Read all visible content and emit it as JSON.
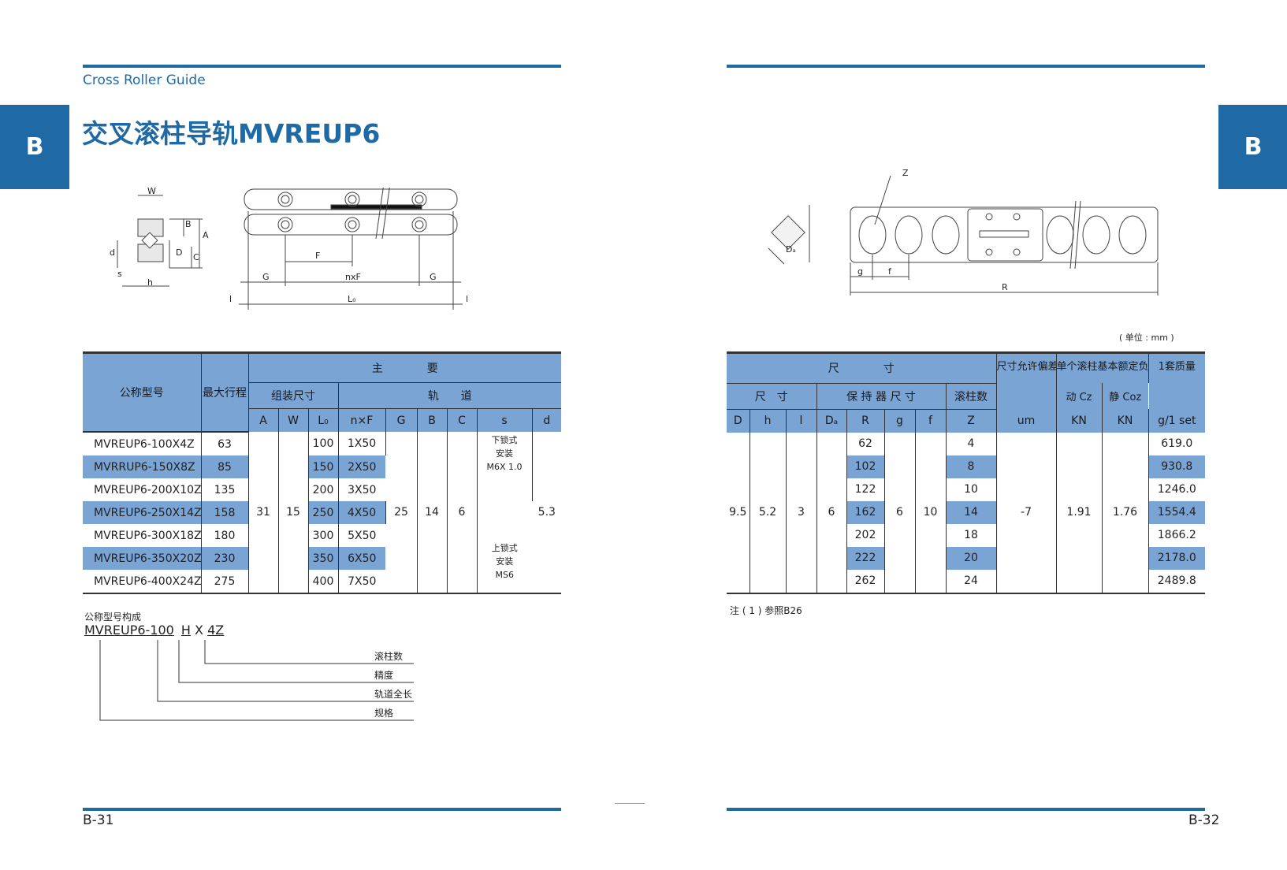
{
  "left_page": {
    "series": "Cross Roller Guide",
    "title": "交叉滚柱导轨MVREUP6",
    "tab_letter": "B",
    "page_number": "B-31",
    "diagram_labels": {
      "W": "W",
      "B": "B",
      "A": "A",
      "d": "d",
      "D": "D",
      "C": "C",
      "s": "s",
      "h": "h",
      "F": "F",
      "G": "G",
      "nxF": "nxF",
      "L0": "L₀",
      "l": "l"
    },
    "table": {
      "h_model": "公称型号",
      "h_stroke": "最大行程",
      "h_main": "主　　　　要",
      "h_assembly": "组装尺寸",
      "h_rail": "轨　　道",
      "cols": [
        "A",
        "W",
        "L₀",
        "n×F",
        "G",
        "B",
        "C",
        "s",
        "d"
      ],
      "rows": [
        {
          "model": "MVREUP6-100X4Z",
          "stroke": "63",
          "L0": "100",
          "nxf": "1X50"
        },
        {
          "model": "MVRRUP6-150X8Z",
          "stroke": "85",
          "L0": "150",
          "nxf": "2X50"
        },
        {
          "model": "MVREUP6-200X10Z",
          "stroke": "135",
          "L0": "200",
          "nxf": "3X50"
        },
        {
          "model": "MVREUP6-250X14Z",
          "stroke": "158",
          "L0": "250",
          "nxf": "4X50"
        },
        {
          "model": "MVREUP6-300X18Z",
          "stroke": "180",
          "L0": "300",
          "nxf": "5X50"
        },
        {
          "model": "MVREUP6-350X20Z",
          "stroke": "230",
          "L0": "350",
          "nxf": "6X50"
        },
        {
          "model": "MVREUP6-400X24Z",
          "stroke": "275",
          "L0": "400",
          "nxf": "7X50"
        }
      ],
      "shared": {
        "A": "31",
        "W": "15",
        "G": "25",
        "B": "14",
        "C": "6",
        "d": "5.3"
      },
      "s_top": "下锁式\n安装\nM6X 1.0",
      "s_bottom": "上锁式\n安装\nMS6"
    },
    "code": {
      "caption": "公称型号构成",
      "p1": "MVREUP6-100",
      "p2": "H",
      "p3": "X",
      "p4": "4Z",
      "legend": [
        "滚柱数",
        "精度",
        "轨道全长",
        "规格"
      ]
    }
  },
  "right_page": {
    "tab_letter": "B",
    "page_number": "B-32",
    "unit": "( 单位 : mm )",
    "diagram_labels": {
      "Z": "Z",
      "Da": "Dₐ",
      "g": "g",
      "f": "f",
      "R": "R"
    },
    "table": {
      "h_dim": "尺　　　　寸",
      "h_tol": "尺寸允许偏差",
      "h_load": "单个滚柱基本额定负荷",
      "h_mass": "1套质量",
      "h_size": "尺　寸",
      "h_cage": "保 持 器 尺 寸",
      "h_rollers": "滚柱数",
      "h_dyn": "动 Cz",
      "h_sta": "静 Coz",
      "cols": [
        "D",
        "h",
        "l",
        "Dₐ",
        "R",
        "g",
        "f",
        "Z",
        "um",
        "KN",
        "KN",
        "g/1 set"
      ],
      "rows": [
        {
          "R": "62",
          "Z": "4",
          "mass": "619.0"
        },
        {
          "R": "102",
          "Z": "8",
          "mass": "930.8"
        },
        {
          "R": "122",
          "Z": "10",
          "mass": "1246.0"
        },
        {
          "R": "162",
          "Z": "14",
          "mass": "1554.4"
        },
        {
          "R": "202",
          "Z": "18",
          "mass": "1866.2"
        },
        {
          "R": "222",
          "Z": "20",
          "mass": "2178.0"
        },
        {
          "R": "262",
          "Z": "24",
          "mass": "2489.8"
        }
      ],
      "shared": {
        "D": "9.5",
        "h": "5.2",
        "l": "3",
        "Da": "6",
        "g": "6",
        "f": "10",
        "tol": "-7",
        "dyn": "1.91",
        "sta": "1.76"
      }
    },
    "note": "注 ( 1 ) 参照B26"
  },
  "colors": {
    "accent": "#1f6aa5",
    "cell_blue": "#7aa4d4"
  }
}
